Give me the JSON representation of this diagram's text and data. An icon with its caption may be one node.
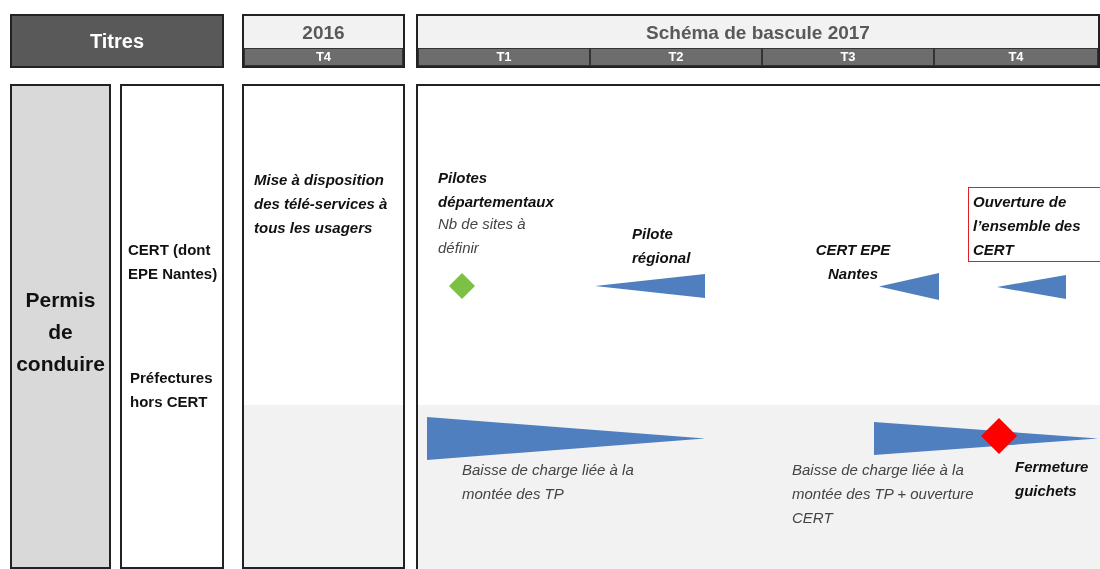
{
  "diagram": {
    "nodes": [
      {
        "text": [
          "Titres"
        ]
      },
      {
        "text": [
          "2016"
        ]
      },
      {
        "text": [
          "T4"
        ],
        "in": 1
      },
      {
        "text": [
          "Schéma de bascule 2017"
        ]
      },
      {
        "text": [
          "T1"
        ],
        "in": 3
      },
      {
        "text": [
          "T2"
        ],
        "in": 3
      },
      {
        "text": [
          "T3"
        ],
        "in": 3
      },
      {
        "text": [
          "T4"
        ],
        "in": 3
      },
      {
        "text": [
          "Permis de conduire"
        ]
      },
      {
        "text": [
          "CERT (dont EPE Nantes)",
          "Préfectures hors CERT"
        ]
      },
      {
        "text": [
          "Mise à disposition des télé-services à tous les usagers"
        ]
      },
      {
        "text": [],
        "shape": "box"
      },
      {
        "text": [
          "Ouverture de l’ensemble des CERT"
        ],
        "in": 11
      },
      {
        "text": [],
        "shape": "diamond",
        "in": 11
      },
      {
        "text": [],
        "shape": "triangle",
        "in": 11
      },
      {
        "text": [],
        "shape": "triangle",
        "in": 11
      },
      {
        "text": [],
        "shape": "triangle",
        "in": 11
      },
      {
        "text": [],
        "shape": "triangle",
        "in": 11
      },
      {
        "text": [],
        "shape": "triangle",
        "in": 11
      },
      {
        "text": [],
        "shape": "diamond",
        "in": 11
      }
    ],
    "edges": [],
    "labels": [
      "Pilotes départementaux",
      "Nb de sites à définir",
      "Pilote régional",
      "CERT EPE Nantes",
      "Baisse de charge liée à la montée des TP",
      "Baisse de charge liée à la montée des TP + ouverture CERT",
      "Fermeture guichets"
    ]
  }
}
